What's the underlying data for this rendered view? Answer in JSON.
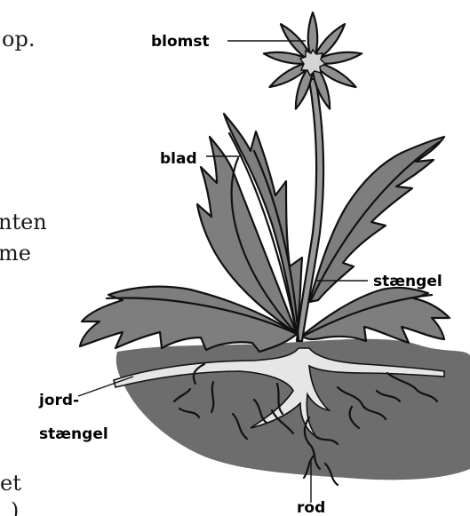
{
  "side_text": [
    "op.",
    "nten",
    "me",
    "et",
    ")"
  ],
  "labels": {
    "flower": "blomst",
    "leaf": "blad",
    "stem": "stængel",
    "rhizome_line1": "jord-",
    "rhizome_line2": "stængel",
    "root": "rod"
  },
  "colors": {
    "petal": "#8f8f8f",
    "flower_center": "#d4d4d4",
    "leaf": "#7e7e7e",
    "soil": "#6d6d6d",
    "rhizome": "#e6e6e6",
    "outline": "#111111"
  }
}
